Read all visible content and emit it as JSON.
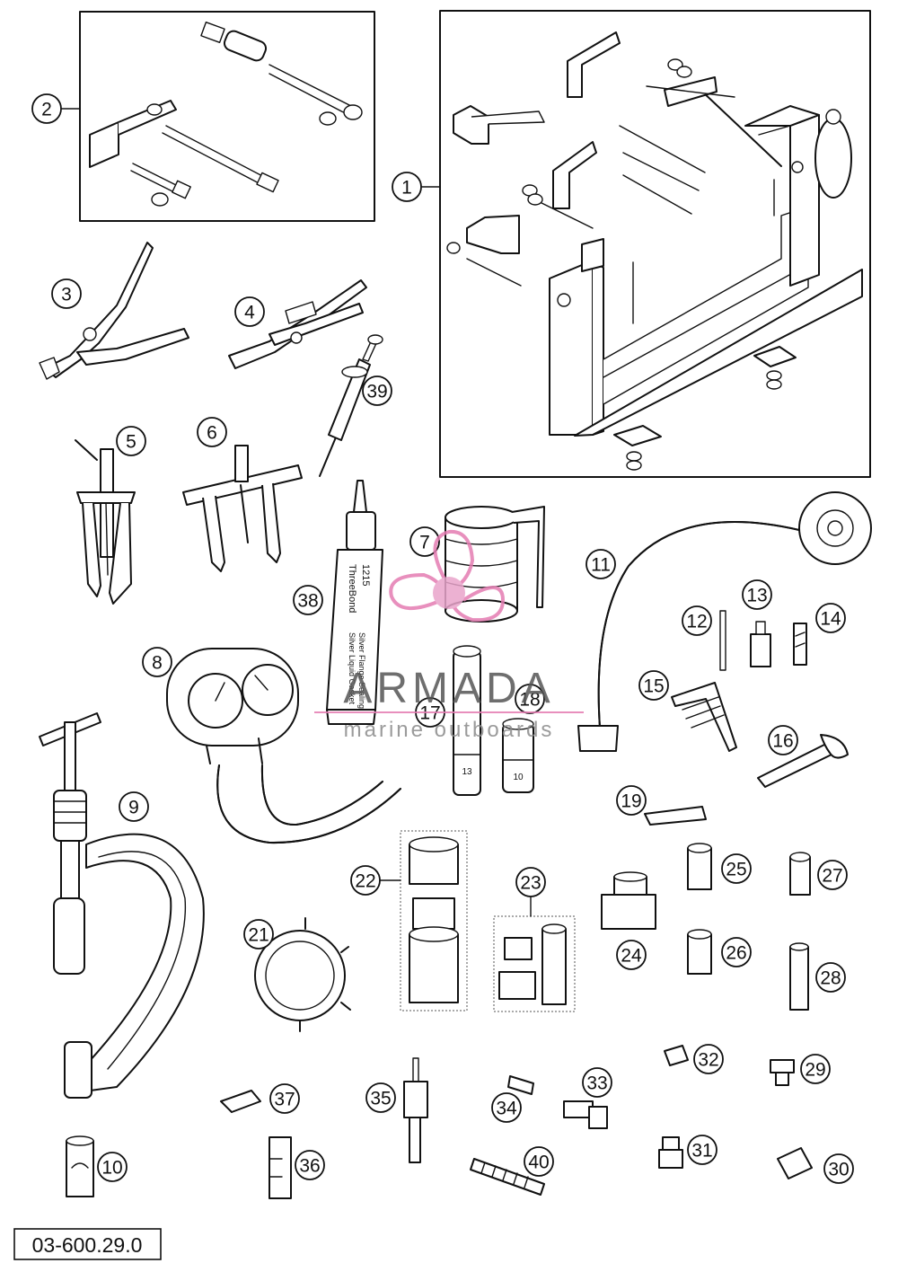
{
  "drawing_number": "03-600.29.0",
  "watermark": {
    "brand": "ARMADA",
    "tagline": "marine outboards",
    "color": "#e47cb2"
  },
  "tool_labels": {
    "tube": [
      "ThreeBond",
      "1215",
      "Silver Liquid Gasket",
      "Silver Flange Sealing"
    ],
    "socket_13": "13",
    "socket_10": "10"
  },
  "callouts": [
    "1",
    "2",
    "3",
    "4",
    "5",
    "6",
    "7",
    "8",
    "9",
    "10",
    "11",
    "12",
    "13",
    "14",
    "15",
    "16",
    "17",
    "18",
    "19",
    "21",
    "22",
    "23",
    "24",
    "25",
    "26",
    "27",
    "28",
    "29",
    "30",
    "31",
    "32",
    "33",
    "34",
    "35",
    "36",
    "37",
    "38",
    "39",
    "40"
  ]
}
